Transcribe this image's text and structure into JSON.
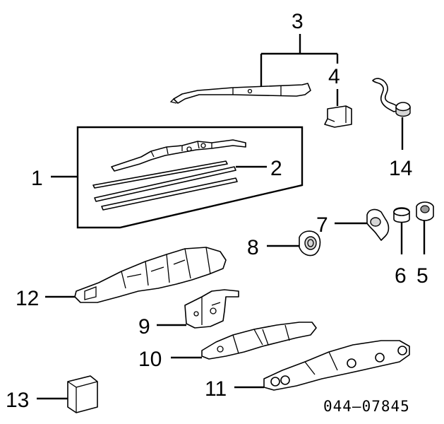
{
  "callouts": {
    "c1": "1",
    "c2": "2",
    "c3": "3",
    "c4": "4",
    "c5": "5",
    "c6": "6",
    "c7": "7",
    "c8": "8",
    "c9": "9",
    "c10": "10",
    "c11": "11",
    "c12": "12",
    "c13": "13",
    "c14": "14"
  },
  "part_number": "044–07845"
}
